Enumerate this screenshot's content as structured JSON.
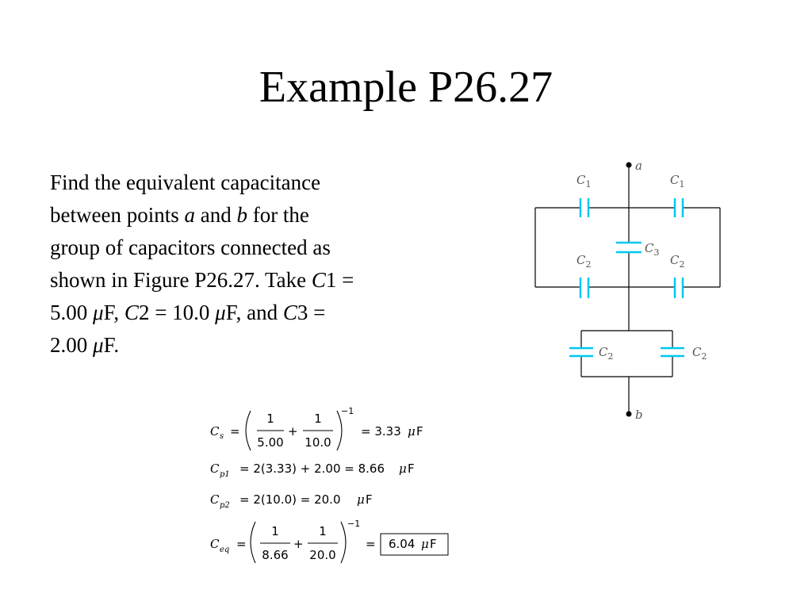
{
  "slide": {
    "title": "Example P26.27"
  },
  "problem": {
    "line1": "Find the equivalent capacitance",
    "line2_pre": "between points ",
    "line2_a": "a",
    "line2_mid": " and ",
    "line2_b": "b",
    "line2_post": " for the",
    "line3": "group of capacitors connected as",
    "line4_pre": "shown in Figure P26.27. Take ",
    "line4_C": "C",
    "line4_post": "1 =",
    "line5_pre": "5.00 ",
    "line5_mu1": "μ",
    "line5_mid1": "F, ",
    "line5_C": "C",
    "line5_mid2": "2 = 10.0 ",
    "line5_mu2": "μ",
    "line5_mid3": "F, and ",
    "line5_C3": "C",
    "line5_post": "3 =",
    "line6_pre": "2.00 ",
    "line6_mu": "μ",
    "line6_post": "F."
  },
  "circuit": {
    "node_a": "a",
    "node_b": "b",
    "cap_letter": "C",
    "sub_1": "1",
    "sub_2": "2",
    "sub_3": "3",
    "wire_color": "#000000",
    "capacitor_color": "#00c8f0"
  },
  "equations": {
    "cs_C": "C",
    "cs_sub": "s",
    "eq": "=",
    "one": "1",
    "plus": "+",
    "neg1": "−1",
    "cs_d1": "5.00",
    "cs_d2": "10.0",
    "cs_result": "= 3.33",
    "mu": "μ",
    "F": "F",
    "cp1_C": "C",
    "cp1_sub": "p1",
    "cp1_expr": "= 2(3.33) + 2.00 = 8.66",
    "cp2_C": "C",
    "cp2_sub": "p2",
    "cp2_expr": "= 2(10.0) = 20.0",
    "ceq_C": "C",
    "ceq_sub": "eq",
    "ceq_d1": "8.66",
    "ceq_d2": "20.0",
    "ceq_eq": "=",
    "ceq_result": "6.04"
  }
}
